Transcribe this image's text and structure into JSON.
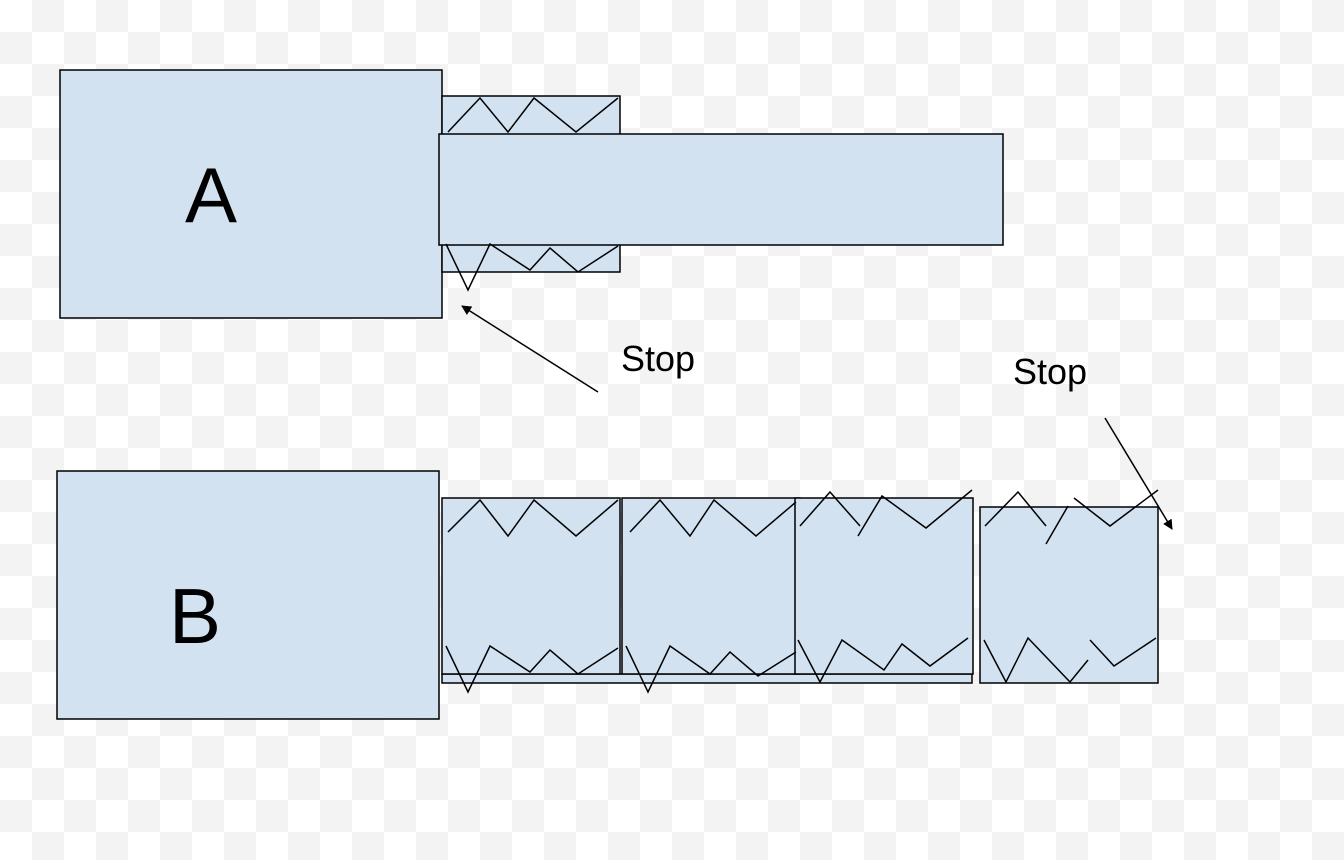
{
  "diagram_a": {
    "label": "A"
  },
  "diagram_b": {
    "label": "B"
  },
  "annotations": {
    "stop_a": "Stop",
    "stop_b": "Stop"
  },
  "colors": {
    "fill": "#d2e2f1",
    "stroke": "#000000",
    "background": "#ffffff",
    "checker": "#f3f3f3"
  }
}
